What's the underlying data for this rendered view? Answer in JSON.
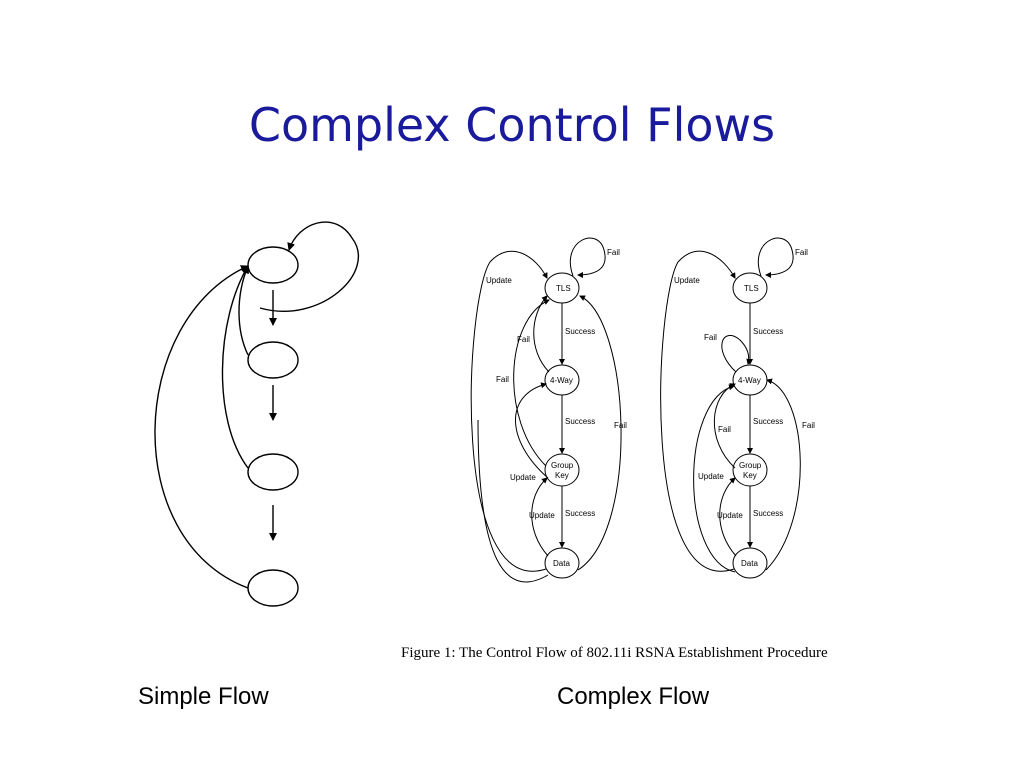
{
  "slide": {
    "title": "Complex Control Flows",
    "simple_label": "Simple Flow",
    "complex_label": "Complex Flow"
  },
  "figure": {
    "caption": "Figure 1: The Control Flow of 802.11i RSNA Establishment Procedure",
    "left": {
      "nodes": {
        "tls": "TLS",
        "fourway": "4-Way",
        "group1": "Group",
        "group2": "Key",
        "data": "Data"
      },
      "labels": {
        "fail_top": "Fail",
        "update_top": "Update",
        "success1": "Success",
        "fail_inner": "Fail",
        "fail_left": "Fail",
        "success2": "Success",
        "fail_right": "Fail",
        "update_mid": "Update",
        "update_low": "Update",
        "success3": "Success"
      }
    },
    "right": {
      "nodes": {
        "tls": "TLS",
        "fourway": "4-Way",
        "group1": "Group",
        "group2": "Key",
        "data": "Data"
      },
      "labels": {
        "fail_top": "Fail",
        "update_top": "Update",
        "success1": "Success",
        "fail_loop": "Fail",
        "fail_left": "Fail",
        "success2": "Success",
        "fail_right": "Fail",
        "update_mid": "Update",
        "update_low": "Update",
        "success3": "Success"
      }
    }
  },
  "colors": {
    "title": "#1a1a9c",
    "line": "#000000"
  }
}
